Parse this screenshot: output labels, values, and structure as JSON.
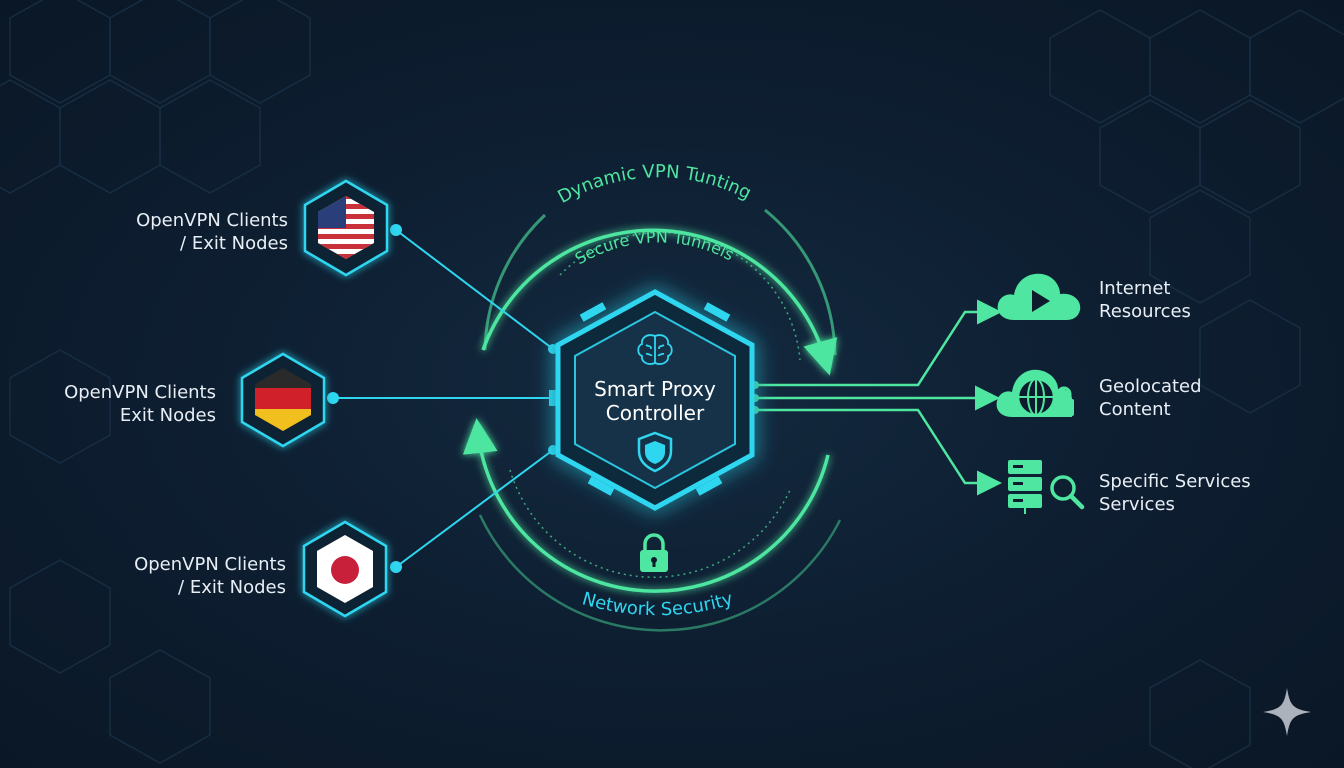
{
  "left_nodes": [
    {
      "line1": "OpenVPN Clients",
      "line2": "/ Exit Nodes",
      "flag": "us-flag-icon"
    },
    {
      "line1": "OpenVPN Clients",
      "line2": "Exit Nodes",
      "flag": "de-flag-icon"
    },
    {
      "line1": "OpenVPN Clients",
      "line2": "/ Exit Nodes",
      "flag": "jp-flag-icon"
    }
  ],
  "center": {
    "line1": "Smart Proxy",
    "line2": "Controller",
    "top_icon": "brain-icon",
    "bottom_icon": "shield-icon"
  },
  "arcs": {
    "outer_top": "Dynamic VPN Tunting",
    "inner_top": "Secure VPN Tunnels",
    "bottom": "Network Security"
  },
  "right_nodes": [
    {
      "line1": "Internet",
      "line2": "Resources",
      "icon": "cloud-play-icon"
    },
    {
      "line1": "Geolocated",
      "line2": "Content",
      "icon": "globe-lock-icon"
    },
    {
      "line1": "Specific Services",
      "line2": "Services",
      "icon": "server-search-icon"
    }
  ],
  "colors": {
    "cyan": "#2fd6f0",
    "green": "#4ee6a0",
    "text": "#e8eef5",
    "bg": "#0d1b2c"
  }
}
